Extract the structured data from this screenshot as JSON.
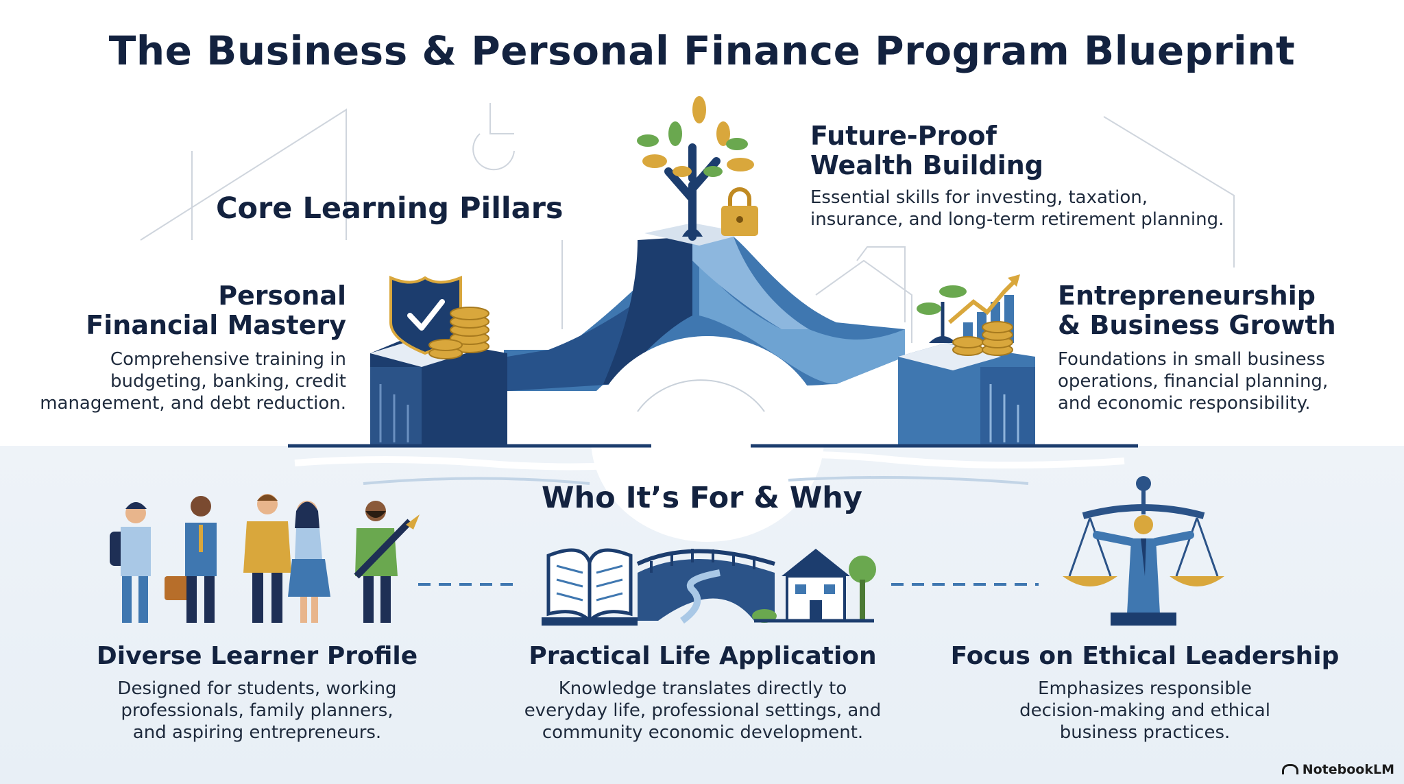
{
  "title": "The Business & Personal Finance Program Blueprint",
  "core": {
    "heading": "Core Learning Pillars"
  },
  "pillars": [
    {
      "heading_line1": "Personal",
      "heading_line2": "Financial Mastery",
      "desc_line1": "Comprehensive training in",
      "desc_line2": "budgeting, banking, credit",
      "desc_line3": "management, and debt reduction."
    },
    {
      "heading_line1": "Future-Proof",
      "heading_line2": "Wealth Building",
      "desc_line1": "Essential skills for investing, taxation,",
      "desc_line2": "insurance, and long-term retirement planning."
    },
    {
      "heading_line1": "Entrepreneurship",
      "heading_line2": "& Business Growth",
      "desc_line1": "Foundations in small business",
      "desc_line2": "operations, financial planning,",
      "desc_line3": "and economic responsibility."
    }
  ],
  "who": {
    "heading": "Who It’s For & Why"
  },
  "audience": [
    {
      "heading": "Diverse Learner Profile",
      "desc_line1": "Designed for students, working",
      "desc_line2": "professionals, family planners,",
      "desc_line3": "and aspiring entrepreneurs."
    },
    {
      "heading": "Practical Life Application",
      "desc_line1": "Knowledge translates directly to",
      "desc_line2": "everyday life, professional settings, and",
      "desc_line3": "community economic development."
    },
    {
      "heading": "Focus on Ethical Leadership",
      "desc_line1": "Emphasizes responsible",
      "desc_line2": "decision-making and ethical",
      "desc_line3": "business practices."
    }
  ],
  "brand": "NotebookLM",
  "colors": {
    "navy": "#1c3d6e",
    "mid_blue": "#3f77b0",
    "light_blue": "#6ea3d2",
    "gold": "#d9a73c",
    "green": "#6aa84f"
  }
}
